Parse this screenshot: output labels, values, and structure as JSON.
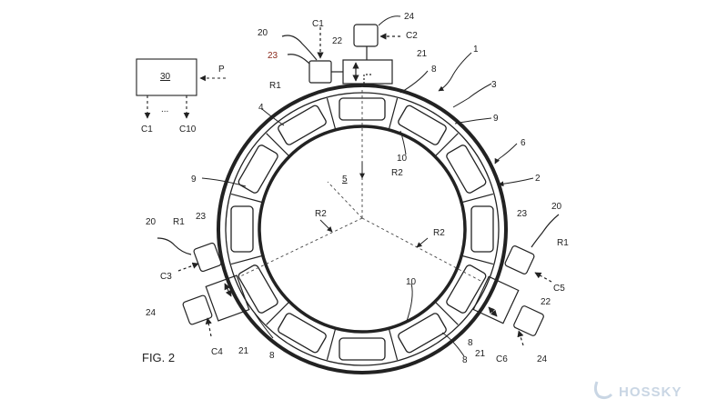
{
  "figure": {
    "caption": "FIG. 2",
    "watermark": "HOSSKY",
    "center_label": "5",
    "radius_labels": [
      "R2",
      "R2",
      "R2"
    ],
    "controller": {
      "label": "30",
      "input": "P",
      "outputs": [
        "C1",
        "...",
        "C10"
      ]
    },
    "ring_labels": {
      "r1": "1",
      "r2": "2",
      "r3": "3",
      "r4": "4",
      "r6": "6",
      "r8a": "8",
      "r8b": "8",
      "r8c": "8",
      "r8d": "8",
      "r9a": "9",
      "r9b": "9",
      "r10a": "10",
      "r10b": "10"
    },
    "units": {
      "top": {
        "g": "20",
        "arm": "23",
        "rail": "R1",
        "s": "22",
        "h": "21",
        "ca": "C1",
        "cb": "C2",
        "m": "24"
      },
      "left": {
        "g": "20",
        "r": "R1",
        "arm": "23",
        "ca": "C3",
        "m": "24",
        "cb": "C4",
        "h": "21"
      },
      "right": {
        "arm": "23",
        "g": "20",
        "r": "R1",
        "ca": "C5",
        "s": "22",
        "h": "21",
        "cb": "C6",
        "m": "24"
      }
    },
    "colors": {
      "ink": "#222222",
      "accent": "#8b2a1c",
      "watermark": "#c9d6e4"
    }
  }
}
